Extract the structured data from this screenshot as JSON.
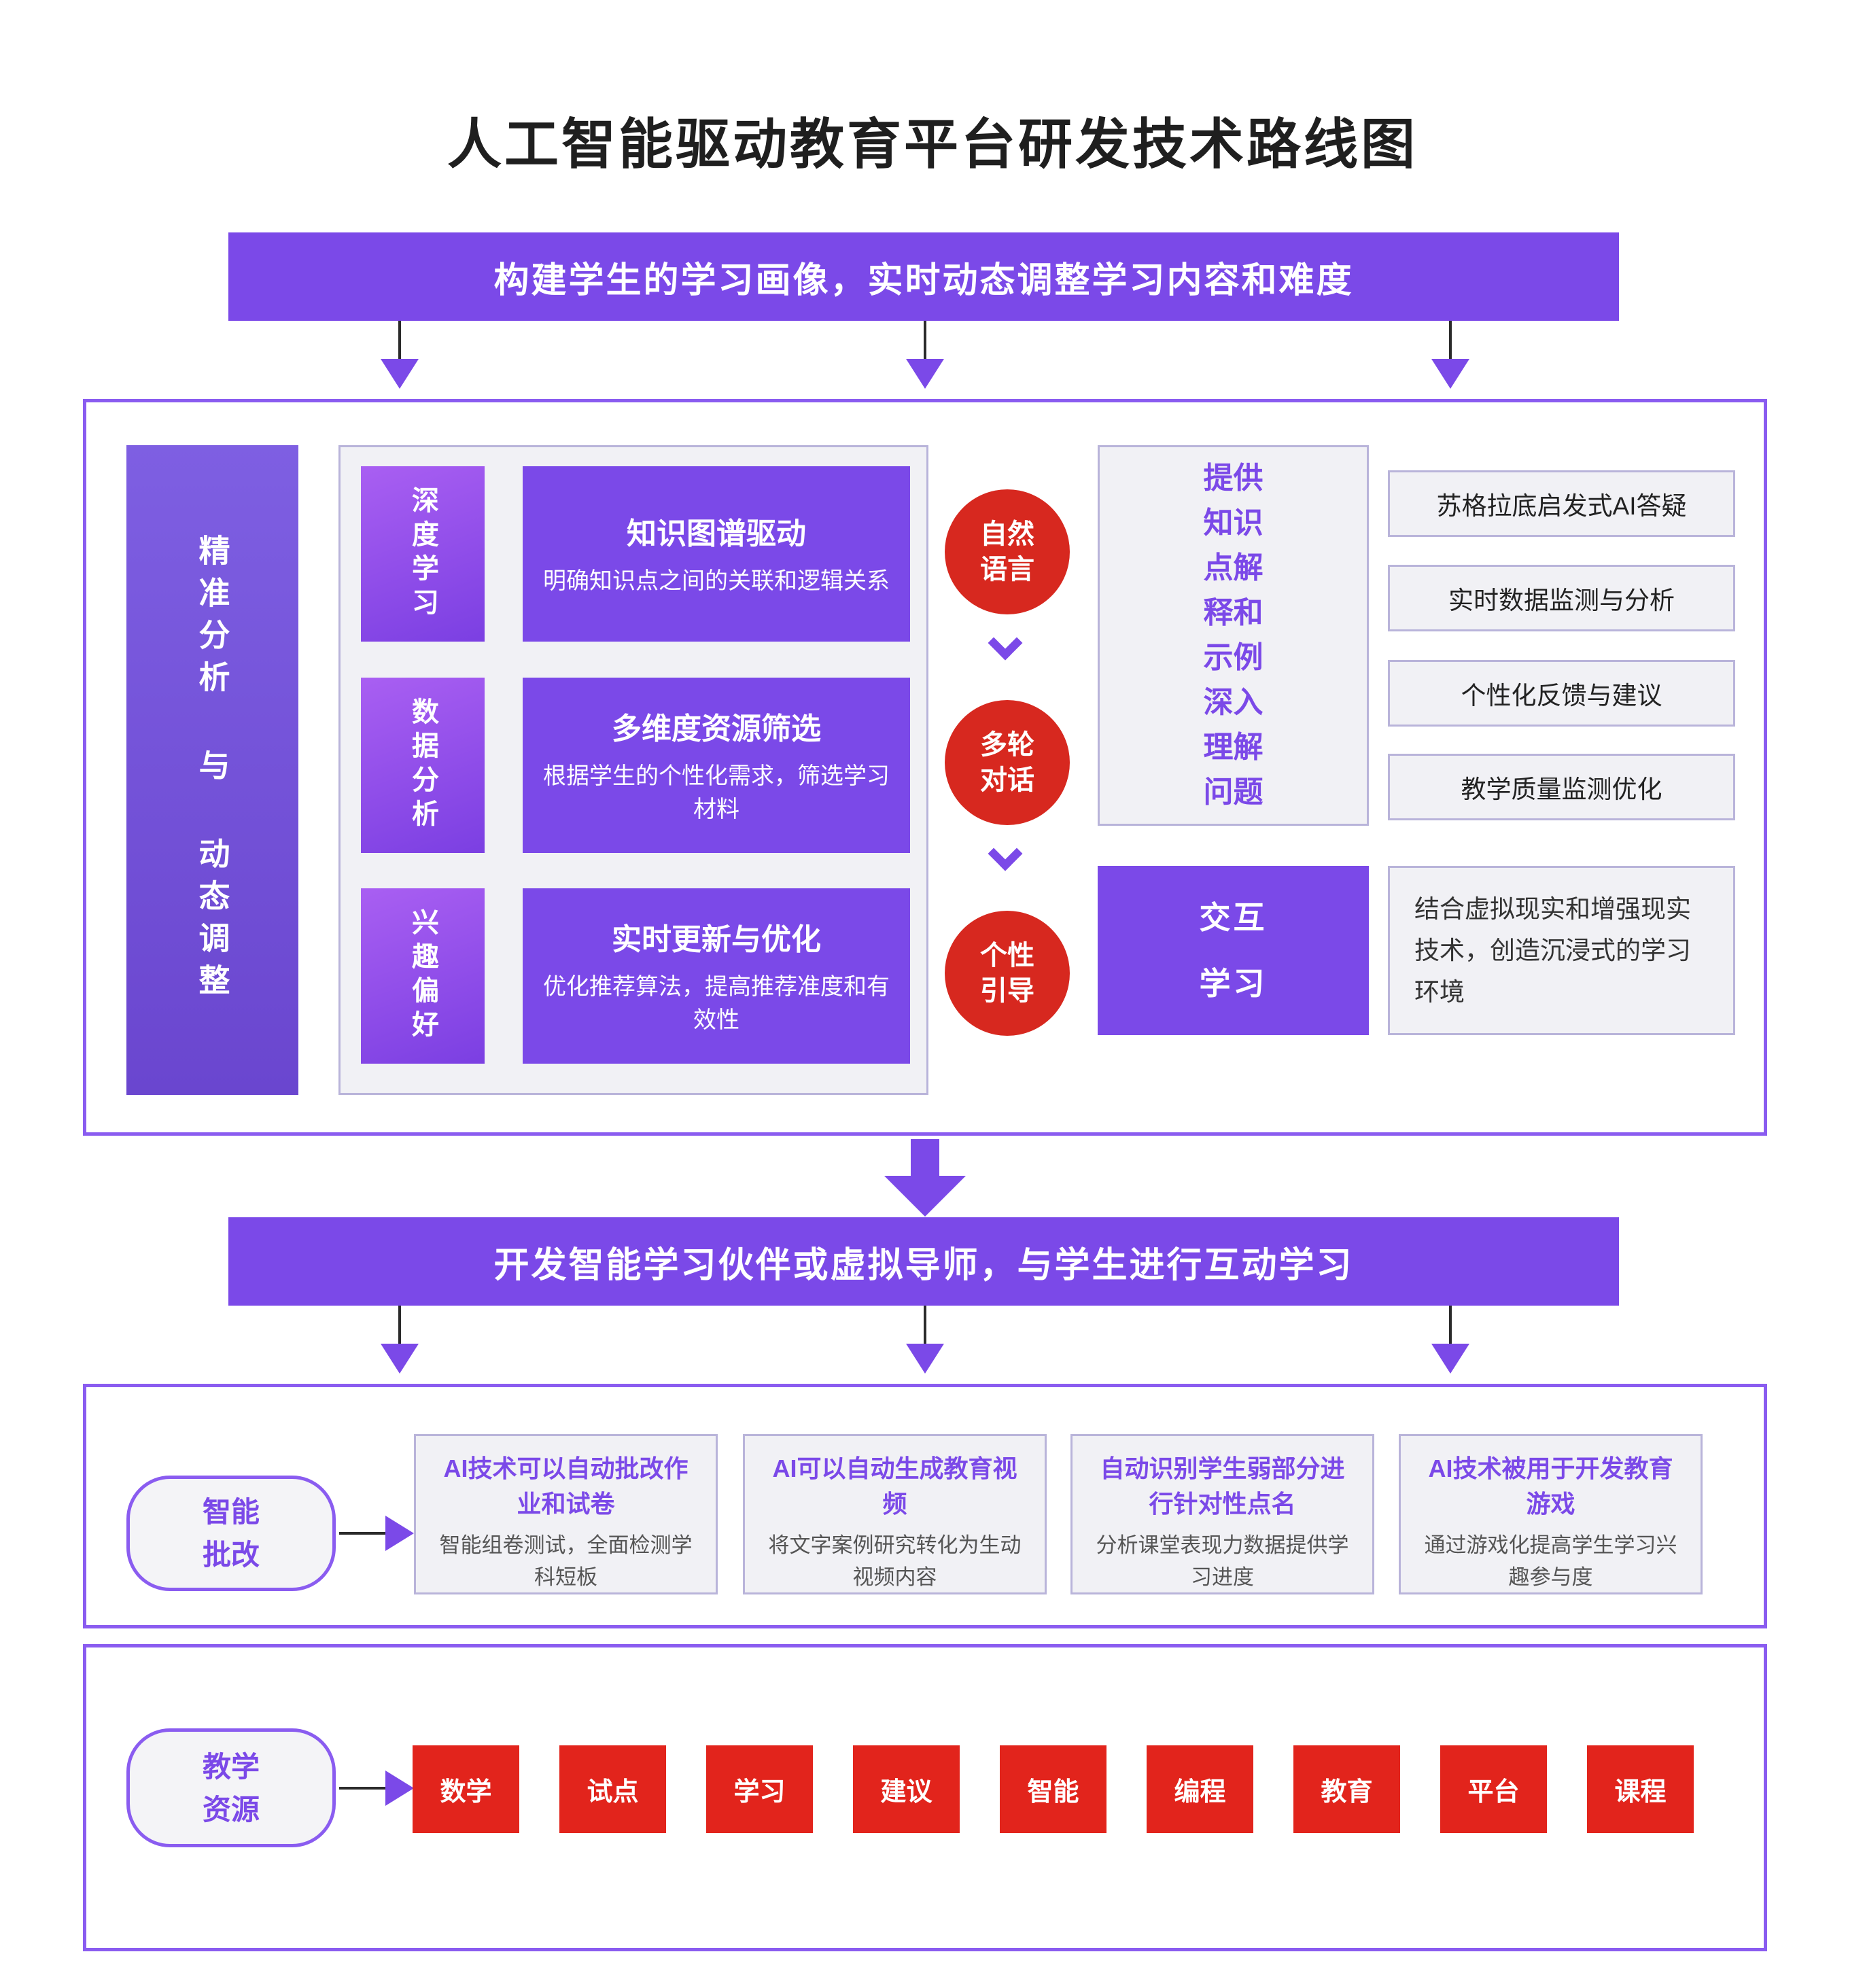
{
  "title": "人工智能驱动教育平台研发技术路线图",
  "colors": {
    "purple": "#7B49E8",
    "red_circle": "#D7281F",
    "red_tag": "#E2241C",
    "gray_bg": "#F1F1F5"
  },
  "banner1": {
    "text": "构建学生的学习画像，实时动态调整学习内容和难度"
  },
  "banner2": {
    "text": "开发智能学习伙伴或虚拟导师，与学生进行互动学习"
  },
  "section1": {
    "left_label": "精准分析 与 动态调整",
    "rows": [
      {
        "tag": "深度学习",
        "title": "知识图谱驱动",
        "desc": "明确知识点之间的关联和逻辑关系"
      },
      {
        "tag": "数据分析",
        "title": "多维度资源筛选",
        "desc": "根据学生的个性化需求，筛选学习材料"
      },
      {
        "tag": "兴趣偏好",
        "title": "实时更新与优化",
        "desc": "优化推荐算法，提高推荐准度和有效性"
      }
    ],
    "circles": [
      "自然语言",
      "多轮对话",
      "个性引导"
    ],
    "provide_text": "提供知识点解释和示例深入理解问题",
    "right_items": [
      "苏格拉底启发式AI答疑",
      "实时数据监测与分析",
      "个性化反馈与建议",
      "教学质量监测优化"
    ],
    "interact_label": "交互\n学习",
    "vr_text": "结合虚拟现实和增强现实技术，创造沉浸式的学习环境"
  },
  "section2": {
    "pill_label": "智能\n批改",
    "cards": [
      {
        "title": "AI技术可以自动批改作业和试卷",
        "desc": "智能组卷测试，全面检测学科短板"
      },
      {
        "title": "AI可以自动生成教育视频",
        "desc": "将文字案例研究转化为生动视频内容"
      },
      {
        "title": "自动识别学生弱部分进行针对性点名",
        "desc": "分析课堂表现力数据提供学习进度"
      },
      {
        "title": "AI技术被用于开发教育游戏",
        "desc": "通过游戏化提高学生学习兴趣参与度"
      }
    ]
  },
  "section3": {
    "pill_label": "教学\n资源",
    "tags": [
      "数学",
      "试点",
      "学习",
      "建议",
      "智能",
      "编程",
      "教育",
      "平台",
      "课程"
    ]
  }
}
